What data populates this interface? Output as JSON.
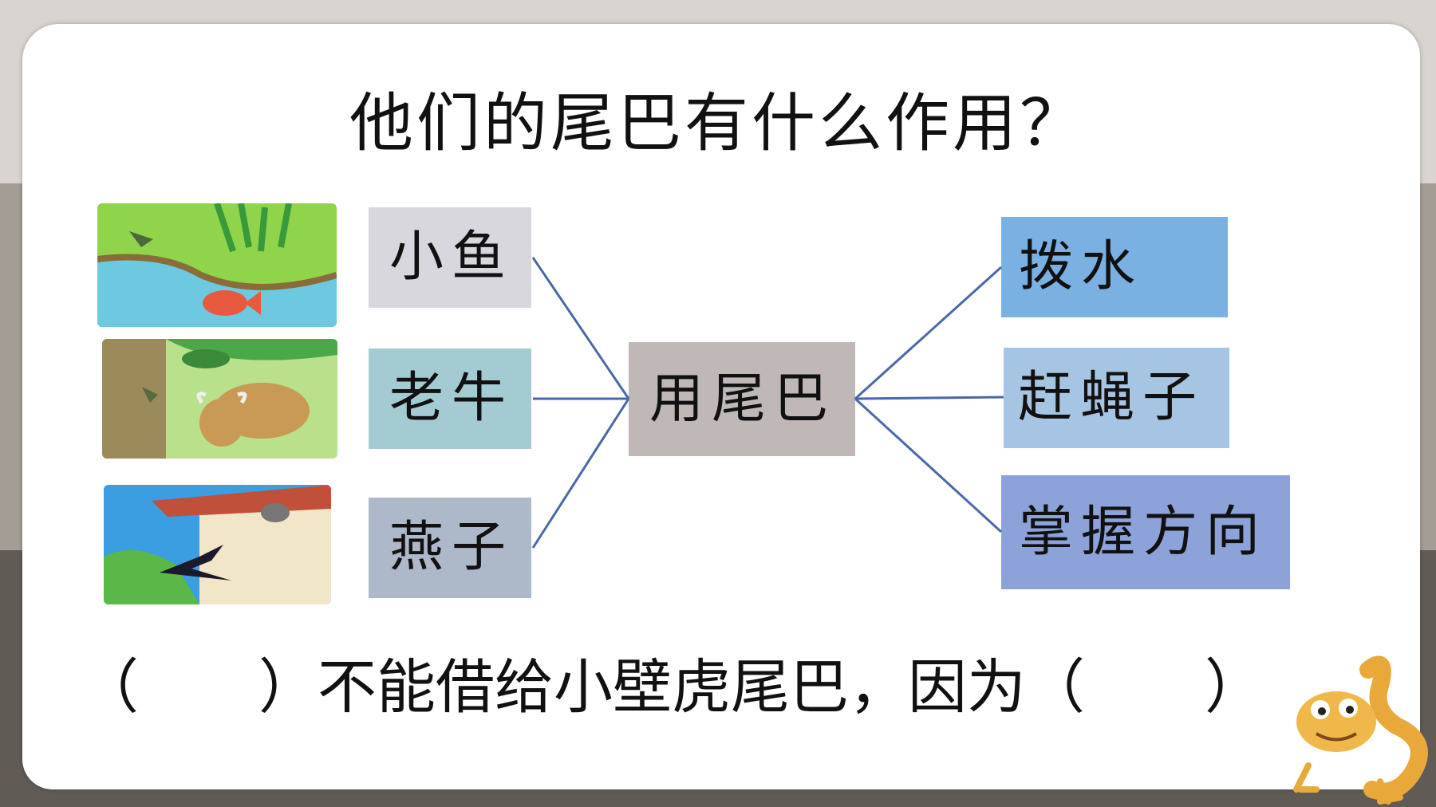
{
  "title": "他们的尾巴有什么作用？",
  "animals": [
    {
      "label": "小鱼",
      "picture": "fish-scene"
    },
    {
      "label": "老牛",
      "picture": "ox-scene"
    },
    {
      "label": "燕子",
      "picture": "swallow-scene"
    }
  ],
  "center": {
    "label": "用尾巴"
  },
  "uses": [
    {
      "label": "拨水"
    },
    {
      "label": "赶蝇子"
    },
    {
      "label": "掌握方向"
    }
  ],
  "sentence": {
    "open1": "（",
    "close1": "）",
    "text": "不能借给小壁虎尾巴，因为",
    "open2": "（",
    "close2": "）"
  },
  "colors": {
    "fish_box": "#d9d7de",
    "ox_box": "#a4cbd2",
    "swallow_box": "#adb8c9",
    "center_box": "#bfb8b6",
    "water_box": "#7ab0e2",
    "fly_box": "#a6c5e2",
    "direction_box": "#8ca2d8",
    "connector": "#4a68a8"
  }
}
